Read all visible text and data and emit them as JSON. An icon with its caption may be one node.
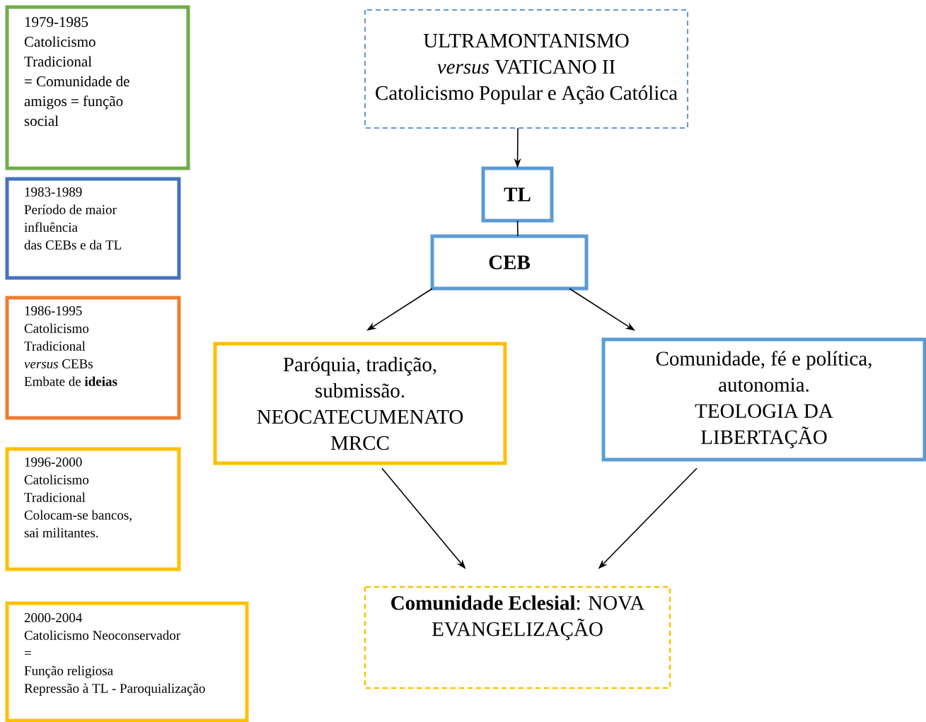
{
  "diagram": {
    "nodes": [
      {
        "text": [
          "1979-1985",
          "Catolicismo Tradicional",
          "= Comunidade de amigos = função social"
        ]
      },
      {
        "text": [
          "1983-1989",
          "Período de maior influência",
          "das CEBs e da TL"
        ]
      },
      {
        "text": [
          "1986-1995",
          "Catolicismo Tradicional",
          "*versus* CEBs",
          "Embate de **ideias**"
        ]
      },
      {
        "text": [
          "1996-2000",
          "Catolicismo Tradicional",
          "Colocam-se bancos, sai militantes."
        ]
      },
      {
        "text": [
          "2000-2004",
          "Catolicismo Neoconservador",
          "=",
          "Função religiosa",
          "Repressão à TL - Paroquialização"
        ]
      },
      {
        "text": [
          "ULTRAMONTANISMO",
          "*versus* VATICANO II",
          "Catolicismo Popular e Ação Católica"
        ]
      },
      {
        "text": [
          "TL"
        ]
      },
      {
        "text": [
          "CEB"
        ]
      },
      {
        "text": [
          "Paróquia, tradição, submissão.",
          "NEOCATECUMENATO",
          "MRCC"
        ]
      },
      {
        "text": [
          "Comunidade, fé e política, autonomia.",
          "TEOLOGIA DA LIBERTAÇÃO"
        ]
      },
      {
        "text": [
          "**Comunidade Eclesial**: NOVA EVANGELIZAÇÃO"
        ]
      }
    ],
    "edges": [
      {
        "from": 5,
        "to": 6,
        "arrow": "to"
      },
      {
        "from": 6,
        "to": 7,
        "arrow": "none"
      },
      {
        "from": 7,
        "to": 8,
        "arrow": "to"
      },
      {
        "from": 7,
        "to": 9,
        "arrow": "to"
      },
      {
        "from": 8,
        "to": 10,
        "arrow": "to"
      },
      {
        "from": 9,
        "to": 10,
        "arrow": "to"
      }
    ]
  }
}
